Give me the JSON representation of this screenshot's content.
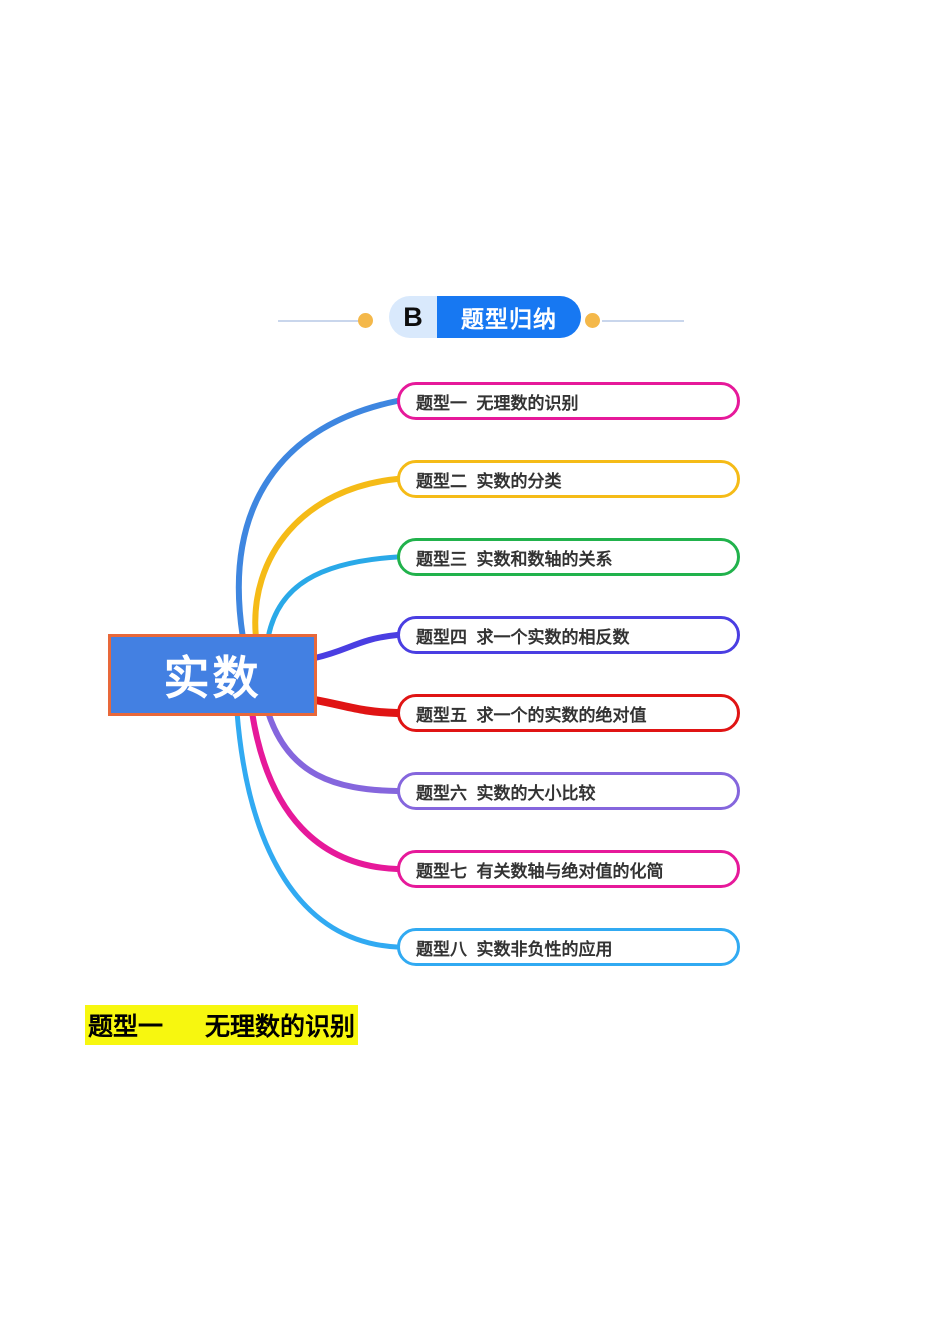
{
  "header_badge": {
    "letter": "B",
    "label": "题型归纳",
    "letter_bg": "#d9e9fc",
    "label_bg": "#1778f2",
    "dot_color": "#f4b84a",
    "line_color": "#c9d6ec"
  },
  "mindmap": {
    "root": {
      "label": "实数",
      "fill": "#4380e2",
      "border": "#e8683a"
    },
    "branches": [
      {
        "label": "题型一  无理数的识别",
        "border": "#e6199a",
        "line": "#3e86e0"
      },
      {
        "label": "题型二  实数的分类",
        "border": "#f5bb17",
        "line": "#f5bb17"
      },
      {
        "label": "题型三  实数和数轴的关系",
        "border": "#21b24c",
        "line": "#2aa9e8"
      },
      {
        "label": "题型四  求一个实数的相反数",
        "border": "#4a3ee2",
        "line": "#4a3ee2"
      },
      {
        "label": "题型五  求一个的实数的绝对值",
        "border": "#e01414",
        "line": "#e01414"
      },
      {
        "label": "题型六  实数的大小比较",
        "border": "#8566dd",
        "line": "#8566dd"
      },
      {
        "label": "题型七  有关数轴与绝对值的化简",
        "border": "#e6199a",
        "line": "#e6199a"
      },
      {
        "label": "题型八  实数非负性的应用",
        "border": "#31aaf2",
        "line": "#31aaf2"
      }
    ]
  },
  "section_heading": {
    "part1": "题型一",
    "part2": "无理数的识别",
    "highlight": "#f7f70f"
  }
}
